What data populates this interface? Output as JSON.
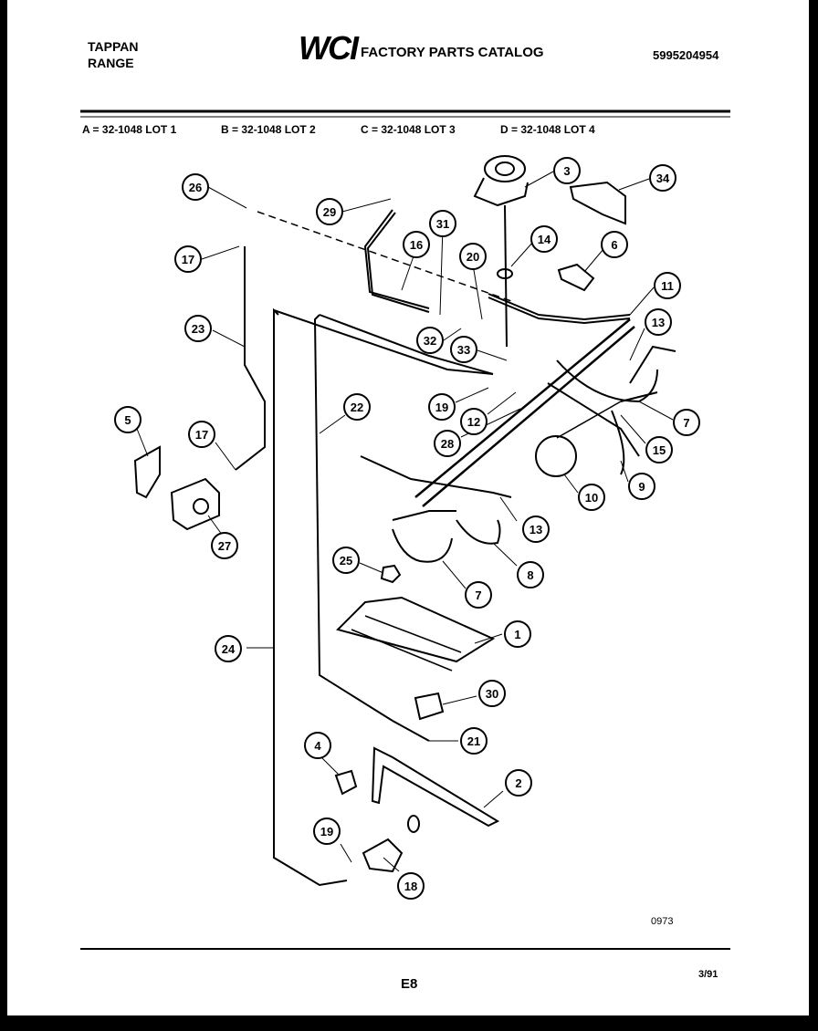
{
  "header": {
    "brand_line1": "TAPPAN",
    "brand_line2": "RANGE",
    "logo_text": "WCI",
    "catalog_title": "FACTORY PARTS CATALOG",
    "part_number": "5995204954"
  },
  "lots": {
    "a": "A = 32-1048 LOT 1",
    "b": "B = 32-1048 LOT 2",
    "c": "C = 32-1048 LOT 3",
    "d": "D = 32-1048 LOT 4"
  },
  "callouts": [
    "26",
    "29",
    "31",
    "16",
    "20",
    "14",
    "3",
    "34",
    "6",
    "11",
    "17",
    "23",
    "13",
    "33",
    "32",
    "19",
    "12",
    "7",
    "22",
    "28",
    "15",
    "5",
    "17",
    "10",
    "9",
    "27",
    "13",
    "25",
    "8",
    "7",
    "1",
    "24",
    "30",
    "21",
    "4",
    "2",
    "19",
    "18"
  ],
  "footer": {
    "code": "0973",
    "page": "E8",
    "date": "3/91"
  }
}
